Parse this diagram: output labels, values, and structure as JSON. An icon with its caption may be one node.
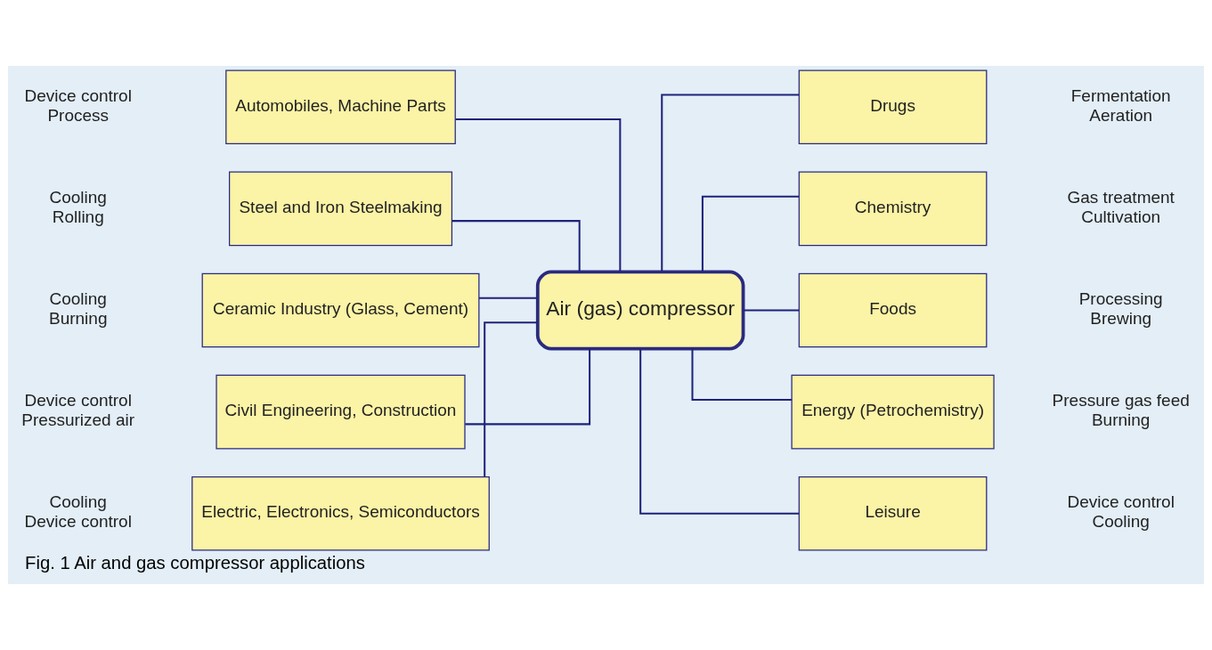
{
  "diagram": {
    "caption": "Fig. 1 Air and gas compressor applications",
    "nodes": [
      {
        "text": [
          "Electric, Electronics, Semiconductors"
        ],
        "beside": [
          "Cooling",
          "Device control"
        ]
      },
      {
        "text": [
          "Automobiles, Machine Parts"
        ],
        "beside": [
          "Device control",
          "Process"
        ]
      },
      {
        "text": [
          "Steel and Iron Steelmaking"
        ],
        "beside": [
          "Cooling",
          "Rolling"
        ]
      },
      {
        "text": [
          "Ceramic Industry (Glass, Cement)"
        ],
        "beside": [
          "Cooling",
          "Burning"
        ]
      },
      {
        "text": [
          "Civil Engineering, Construction"
        ],
        "beside": [
          "Device control",
          "Pressurized air"
        ]
      },
      {
        "text": [
          "Air (gas) compressor"
        ]
      },
      {
        "text": [
          "Drugs"
        ],
        "beside": [
          "Fermentation",
          "Aeration"
        ]
      },
      {
        "text": [
          "Chemistry"
        ],
        "beside": [
          "Gas treatment",
          "Cultivation"
        ]
      },
      {
        "text": [
          "Foods"
        ],
        "beside": [
          "Processing",
          "Brewing"
        ]
      },
      {
        "text": [
          "Energy (Petrochemistry)"
        ],
        "beside": [
          "Pressure gas feed",
          "Burning"
        ]
      },
      {
        "text": [
          "Leisure"
        ],
        "beside": [
          "Device control",
          "Cooling"
        ]
      }
    ],
    "edges": [
      {
        "from": 0,
        "to": 5,
        "arrow": "none"
      },
      {
        "from": 1,
        "to": 5,
        "arrow": "none"
      },
      {
        "from": 2,
        "to": 5,
        "arrow": "none"
      },
      {
        "from": 3,
        "to": 5,
        "arrow": "none"
      },
      {
        "from": 4,
        "to": 5,
        "arrow": "none"
      },
      {
        "from": 5,
        "to": 6,
        "arrow": "none"
      },
      {
        "from": 5,
        "to": 7,
        "arrow": "none"
      },
      {
        "from": 5,
        "to": 8,
        "arrow": "none"
      },
      {
        "from": 5,
        "to": 9,
        "arrow": "none"
      },
      {
        "from": 5,
        "to": 10,
        "arrow": "none"
      }
    ]
  }
}
